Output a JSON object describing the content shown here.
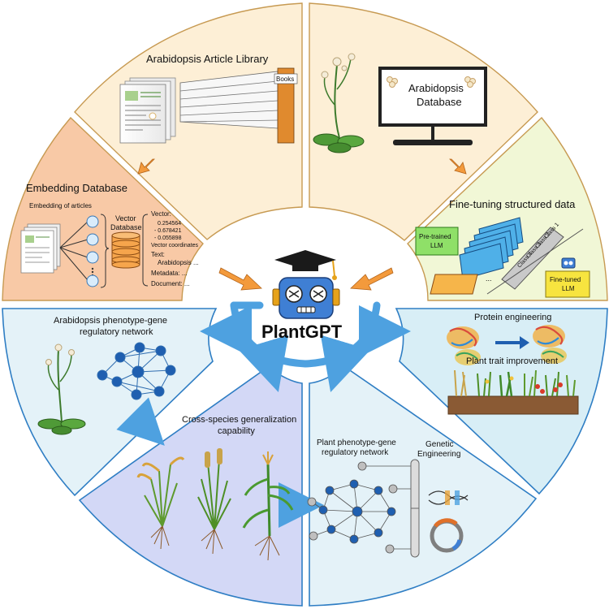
{
  "center": {
    "title": "PlantGPT"
  },
  "sections": {
    "library": {
      "title": "Arabidopsis Article Library",
      "books_label": "Books"
    },
    "database": {
      "line1": "Arabidopsis",
      "line2": "Database"
    },
    "embedding": {
      "title": "Embedding Database",
      "subtitle": "Embedding of articles",
      "vector_db_line1": "Vector",
      "vector_db_line2": "Database",
      "vector_label": "Vector:",
      "vector_values": [
        "0.254564",
        "- 0.678421",
        "- 0.055898"
      ],
      "vector_coords": "Vector coordinates",
      "text_label": "Text:",
      "text_value": "Arabidopsis ...",
      "metadata": "Metadata: ...",
      "document": "Document: ..."
    },
    "finetune": {
      "title": "Fine-tuning structured data",
      "pretrained_line1": "Pre-trained",
      "pretrained_line2": "LLM",
      "finetuned_line1": "Fine-tuned",
      "finetuned_line2": "LLM",
      "class_labels": [
        "Class 1",
        "Class 2",
        "Class 3",
        "Class 4"
      ],
      "ellipsis": "..."
    },
    "network_arab": {
      "line1": "Arabidopsis phenotype-gene",
      "line2": "regulatory network"
    },
    "cross_species": {
      "line1": "Cross-species generalization",
      "line2": "capability"
    },
    "plant_network": {
      "line1": "Plant phenotype-gene",
      "line2": "regulatory network"
    },
    "genetic": {
      "line1": "Genetic",
      "line2": "Engineering"
    },
    "protein": {
      "title": "Protein engineering"
    },
    "trait": {
      "title": "Plant trait improvement"
    }
  },
  "colors": {
    "warm_fill": "#fdefd6",
    "embedding_fill": "#f8c9a6",
    "finetune_fill": "#f1f7d6",
    "blue_fill": "#e4f2f8",
    "cross_fill": "#d3d8f6",
    "arrow_orange": "#f39a3c",
    "arrow_blue": "#4ea1e0",
    "robot_blue": "#3f7fd4"
  },
  "icons": [
    "graduation-cap-icon",
    "robot-icon",
    "monitor-icon",
    "book-icon",
    "flower-icon",
    "dna-icon",
    "plasmid-icon",
    "protein-icon"
  ]
}
